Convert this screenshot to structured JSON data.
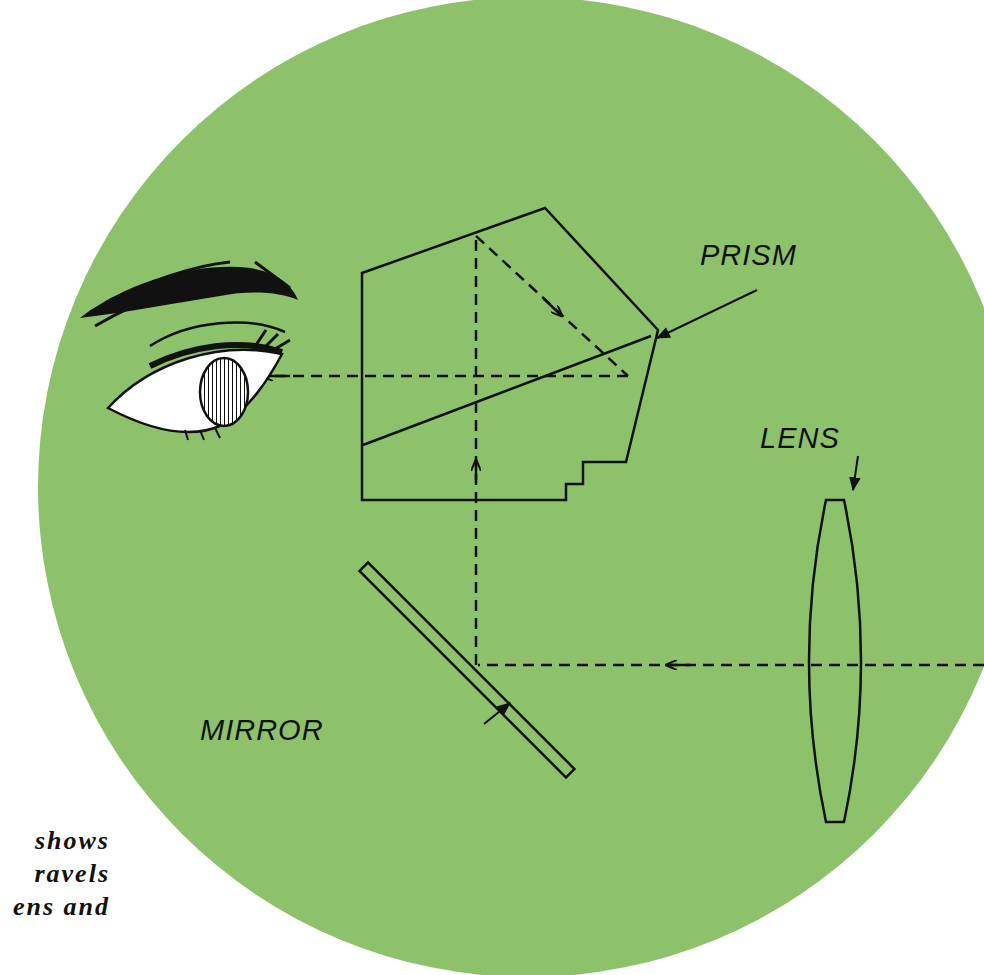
{
  "diagram": {
    "labels": [
      "PRISM",
      "LENS",
      "MIRROR",
      "shows",
      "ravels",
      "ens and"
    ]
  }
}
